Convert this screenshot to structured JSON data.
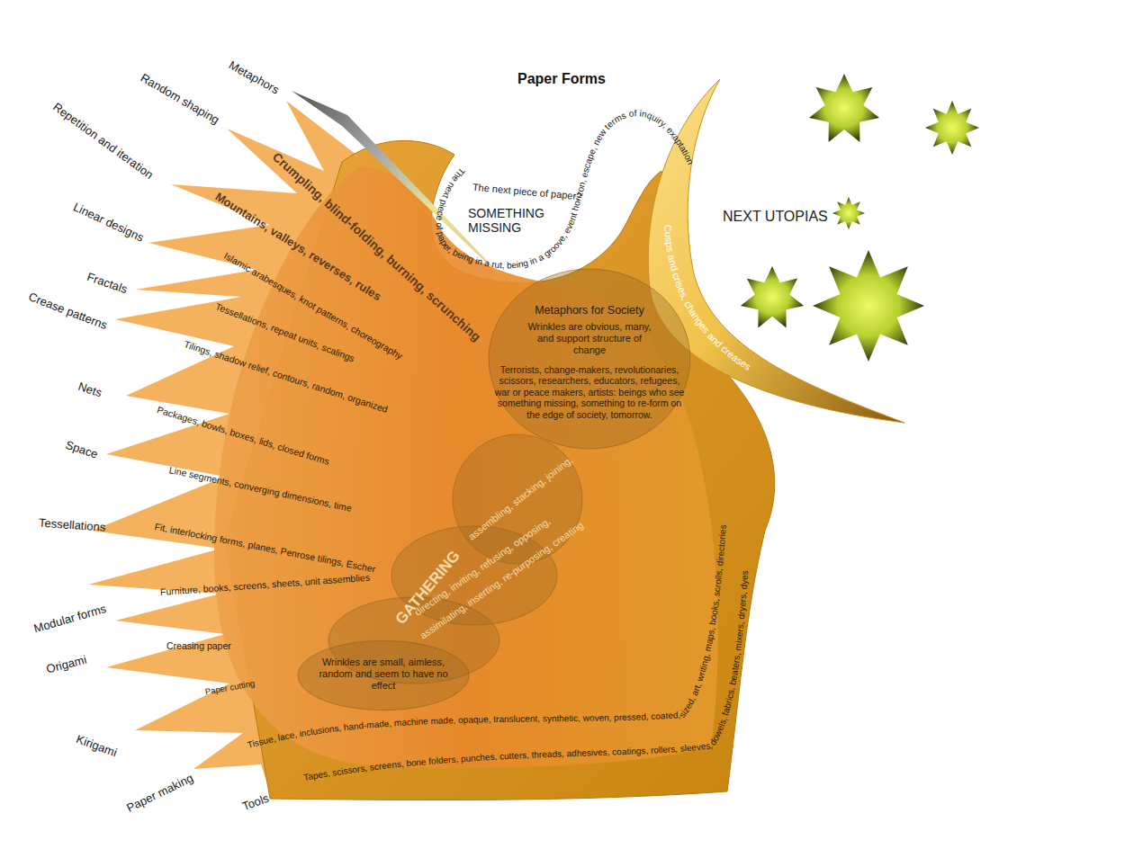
{
  "diagram": {
    "title": "Paper Forms",
    "nodes": [
      {
        "text": [
          "Metaphors for Society",
          "Wrinkles are obvious, many, and support structure of change",
          "Terrorists, change-makers, revolutionaries, scissors, researchers, educators, refugees, war or peace makers, artists: beings who see something missing, something to re-form on the edge of society, tomorrow."
        ]
      },
      {
        "text": [
          "Wrinkles are small, aimless, random and seem to have no effect"
        ]
      }
    ],
    "labels": [
      "Metaphors",
      "Random shaping",
      "Repetition and iteration",
      "Linear designs",
      "Fractals",
      "Crease patterns",
      "Nets",
      "Space",
      "Tessellations",
      "Modular forms",
      "Origami",
      "Kirigami",
      "Paper making",
      "Tools",
      "Crumpling, blind-folding, burning, scrunching",
      "Mountains, valleys, reverses, rules",
      "Islamic arabesques, knot patterns, choreography",
      "Tessellations, repeat units, scalings",
      "Tilings, shadow relief, contours, random, organized",
      "Packages, bowls, boxes, lids, closed forms",
      "Line segments, converging dimensions, time",
      "Fit, interlocking forms, planes, Penrose tilings, Escher",
      "Furniture, books, screens, sheets, unit assemblies",
      "Creasing paper",
      "Paper cutting",
      "Tissue, lace, inclusions, hand-made, machine made, opaque, translucent, synthetic, woven, pressed, coated, sized, art, writing, maps, books, scrolls, directories",
      "Tapes, scissors, screens, bone folders, punches, cutters, threads, adhesives, coatings, rollers, sleeves, dowels, fabrics, beaters, mixers, dryers, dyes",
      "The next piece of paper, being in a rut, being in a groove, event horizon, escape, new terms of inquiry, exaptation",
      "The next piece of paper?",
      "SOMETHING MISSING",
      "Cusps and crises, changes and creases",
      "NEXT UTOPIAS",
      "GATHERING",
      "assembling, stacking, joining,",
      "directing, inviting, refusing, opposing,",
      "assimilating, inserting, re-purposing, creating"
    ]
  }
}
